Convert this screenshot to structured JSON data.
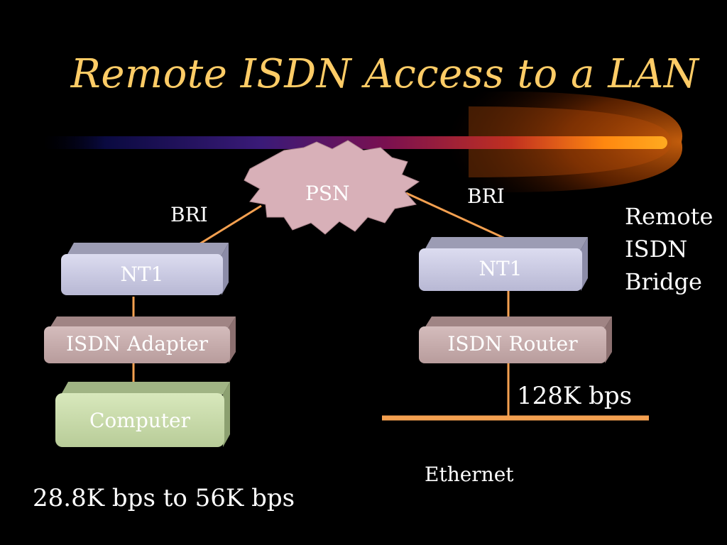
{
  "slide": {
    "title": "Remote ISDN Access to a LAN"
  },
  "diagram": {
    "cloud_label": "PSN",
    "left": {
      "link_label": "BRI",
      "nt1_label": "NT1",
      "adapter_label": "ISDN Adapter",
      "computer_label": "Computer",
      "speed_label": "28.8K bps to 56K bps"
    },
    "right": {
      "link_label": "BRI",
      "nt1_label": "NT1",
      "router_label": "ISDN Router",
      "speed_label": "128K bps",
      "ethernet_label": "Ethernet",
      "bridge_lines": [
        "Remote",
        "ISDN",
        "Bridge"
      ]
    }
  },
  "colors": {
    "title": "#ffcc66",
    "line": "#f4a050",
    "nt1_box": "#c8c8e0",
    "adapter_box": "#c8b0b0",
    "computer_box": "#c8dca8",
    "cloud": "#d8b0b8"
  }
}
